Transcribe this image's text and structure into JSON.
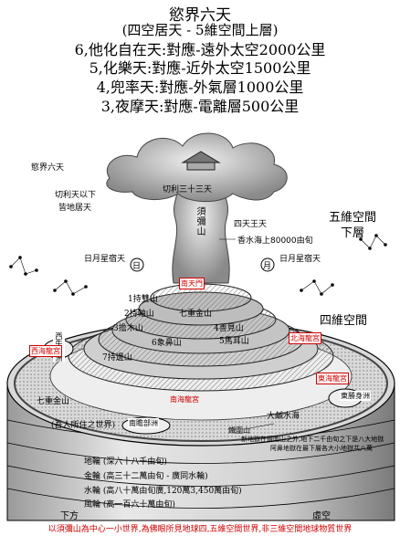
{
  "header": {
    "title": "慾界六天",
    "subtitle": "(四空居天 - 5維空間上層)",
    "lines": [
      "6,他化自在天:對應-遠外太空2000公里",
      "5,化樂天:對應-近外太空1500公里",
      "4,兜率天:對應-外氣層1000公里",
      "3,夜摩天:對應-電離層500公里"
    ]
  },
  "labels": {
    "top_left": "慾界六天",
    "trayastrimsa": "切利三十三天",
    "trayastrimsa_left": "切利天以下",
    "earth_heavens": "皆地居天",
    "mount_sumeru": "須彌山",
    "four_kings": "四天王天",
    "ocean_height": "香水海上80000由旬",
    "sun_moon_stars_left": "日月星宿天",
    "sun_moon_stars_right": "日月星宿天",
    "sun": "日",
    "moon": "月",
    "five_d_lower": "五維空間\n下層",
    "four_d": "四維空間",
    "south_gate": "南天門",
    "mountain_1": "1持雙山",
    "mountain_2": "2持軸山",
    "mountain_3": "3擔木山",
    "mountain_4": "4善見山",
    "mountain_5": "5馬耳山",
    "mountain_6": "6象鼻山",
    "mountain_7": "7持邊山",
    "golden_mountains": "七重金山",
    "golden_mountains_2": "七重金山",
    "west_continent": "西牛貨洲",
    "west_palace": "西海龍宮",
    "north_palace": "北海龍宮",
    "east_palace": "東海龍宮",
    "south_palace": "南海龍宮",
    "east_continent": "東勝身洲",
    "south_continent": "南瞻部洲",
    "great_salt_sea": "大鹹水海",
    "human_realm": "(吾人所住之世界)",
    "iron_ring": "鐵圍山",
    "iron_ring_desc": "新地獄在鐵圍山之外,地下二千由旬之下是八大地獄",
    "iron_ring_desc2": "阿鼻地獄在最下層各大小地獄共八萬",
    "layer_earth": "地輪 (深六十八千由旬)",
    "layer_gold": "金輪 (高三十二萬由旬 - 廣同水輪)",
    "layer_water": "水輪 (高八十萬由旬廣,120萬3,450萬由旬)",
    "layer_wind": "風輪 (高一百六十萬由旬)",
    "below": "下方",
    "void": "虛空"
  },
  "footer": "以須彌山為中心一小世界,為佛眼所見地球四,五維空間世界,非三維空間地球物質世界",
  "colors": {
    "accent": "#d00000",
    "ink": "#000000",
    "paper": "#ffffff"
  }
}
